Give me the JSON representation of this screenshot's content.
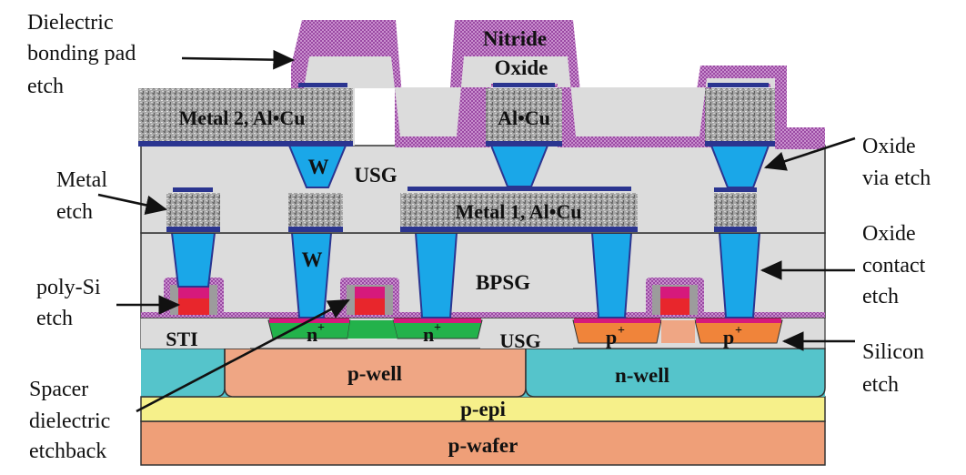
{
  "layers": {
    "p_wafer": "p-wafer",
    "p_epi": "p-epi",
    "p_well": "p-well",
    "n_well": "n-well",
    "sti": "STI",
    "usg_surface": "USG",
    "n_plus": "n",
    "p_plus": "p",
    "plus_sup": "+",
    "bpsg": "BPSG",
    "usg_imd": "USG",
    "w_contact": "W",
    "w_via": "W",
    "metal1": "Metal 1, Al•Cu",
    "metal2_left": "Metal 2, Al•Cu",
    "metal2_mid": "Al•Cu",
    "oxide": "Oxide",
    "nitride": "Nitride"
  },
  "annotations": {
    "dielectric_pad": [
      "Dielectric",
      "bonding pad",
      "etch"
    ],
    "metal_etch": [
      "Metal",
      "etch"
    ],
    "poly_etch": [
      "poly-Si",
      "etch"
    ],
    "spacer": [
      "Spacer",
      "dielectric",
      "etchback"
    ],
    "oxide_via": [
      "Oxide",
      "via etch"
    ],
    "oxide_contact": [
      "Oxide",
      "contact",
      "etch"
    ],
    "silicon_etch": [
      "Silicon",
      "etch"
    ]
  },
  "colors": {
    "wafer": "#ef9f78",
    "epi": "#f6f08a",
    "well_p": "#efa684",
    "well_n": "#55c4cb",
    "oxide": "#dcdcdc",
    "tungsten": "#1aa7e8",
    "barrier": "#2b3590",
    "nitride": "#b36ab8",
    "n_diff": "#23b24b",
    "p_diff": "#f0843a",
    "poly": "#e8262c",
    "silicide": "#d6197c",
    "metal": "#9a9a9a"
  }
}
